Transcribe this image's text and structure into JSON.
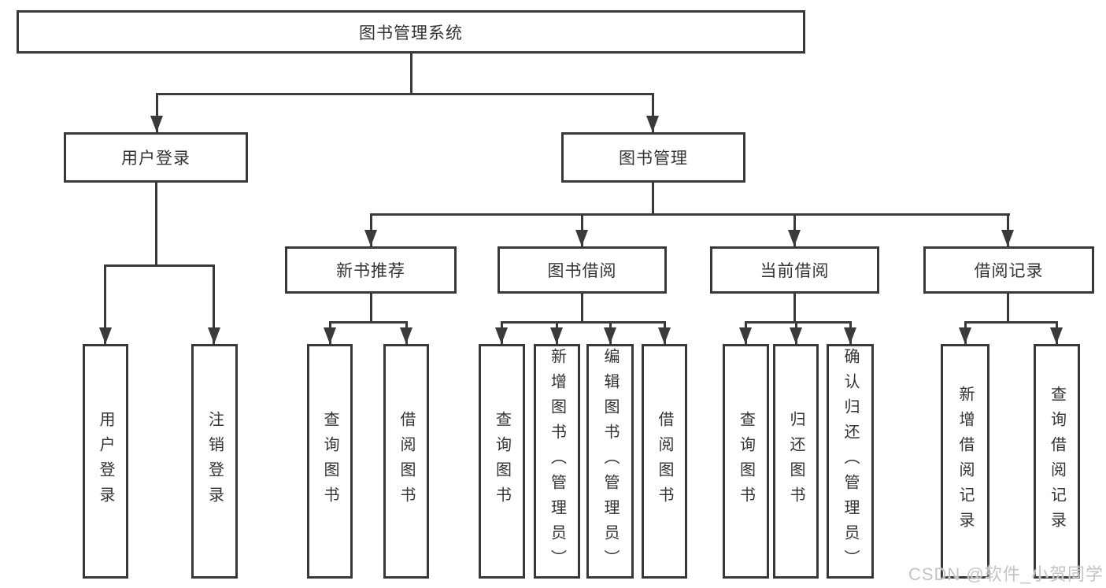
{
  "diagram": {
    "root": {
      "label": "图书管理系统"
    },
    "level1": [
      {
        "label": "用户登录"
      },
      {
        "label": "图书管理"
      }
    ],
    "level2": [
      {
        "label": "新书推荐"
      },
      {
        "label": "图书借阅"
      },
      {
        "label": "当前借阅"
      },
      {
        "label": "借阅记录"
      }
    ],
    "leaves": {
      "login": [
        "用户登录",
        "注销登录"
      ],
      "recommend": [
        "查询图书",
        "借阅图书"
      ],
      "borrow": [
        "查询图书",
        "新增图书（管理员）",
        "编辑图书（管理员）",
        "借阅图书"
      ],
      "current": [
        "查询图书",
        "归还图书",
        "确认归还（管理员）"
      ],
      "records": [
        "新增借阅记录",
        "查询借阅记录"
      ]
    }
  },
  "watermark": {
    "text": "CSDN @软件_小贺同学"
  },
  "colors": {
    "line": "#3a3a3a",
    "text": "#333333",
    "watermark": "#c4c4c4"
  }
}
